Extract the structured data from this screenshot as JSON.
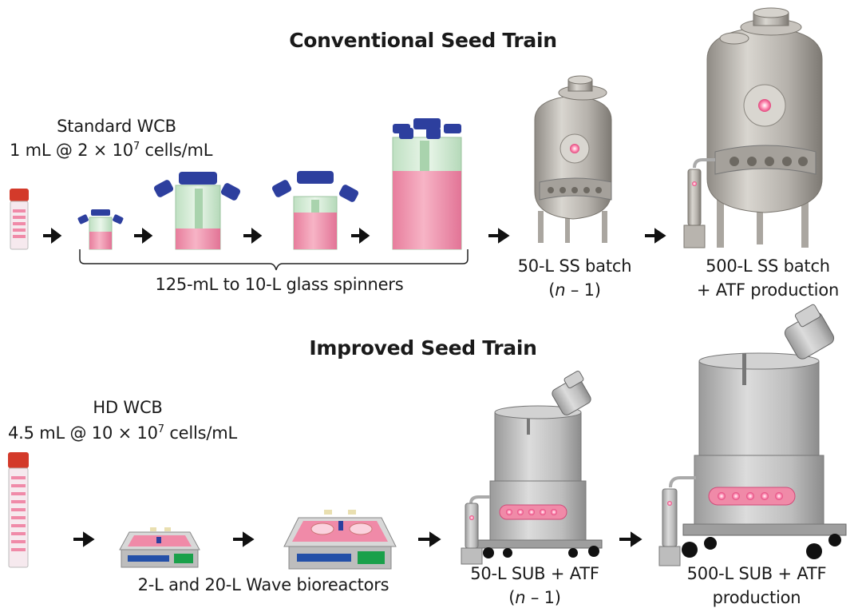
{
  "colors": {
    "pink": "#f08aa8",
    "pink_light": "#f7b8c8",
    "blue_cap": "#2d3f9e",
    "steel": "#b9b6b0",
    "steel_dark": "#8e8a84",
    "sub_gray": "#c4c4c4",
    "green_glass": "#cde8cf",
    "wave_green": "#1aa04a",
    "wave_blue": "#2350a8",
    "vial_red": "#d33a2a"
  },
  "conventional": {
    "title": "Conventional Seed Train",
    "wcb_name": "Standard WCB",
    "wcb_spec_prefix": "1 mL @ 2 × 10",
    "wcb_spec_exp": "7",
    "wcb_spec_suffix": " cells/mL",
    "spinners_label": "125-mL to 10-L glass spinners",
    "ss50_line1": "50-L SS batch",
    "ss50_line2_italic": "n",
    "ss50_line2_rest": " – 1)",
    "ss500_line1": "500-L SS batch",
    "ss500_line2": "+ ATF production"
  },
  "improved": {
    "title": "Improved Seed Train",
    "wcb_name": "HD WCB",
    "wcb_spec_prefix": "4.5 mL @ 10 × 10",
    "wcb_spec_exp": "7",
    "wcb_spec_suffix": " cells/mL",
    "wave_label": "2-L and 20-L Wave bioreactors",
    "sub50_line1": "50-L SUB + ATF",
    "sub50_line2_italic": "n",
    "sub50_line2_rest": " – 1)",
    "sub500_line1": "500-L SUB + ATF",
    "sub500_line2": "production"
  }
}
